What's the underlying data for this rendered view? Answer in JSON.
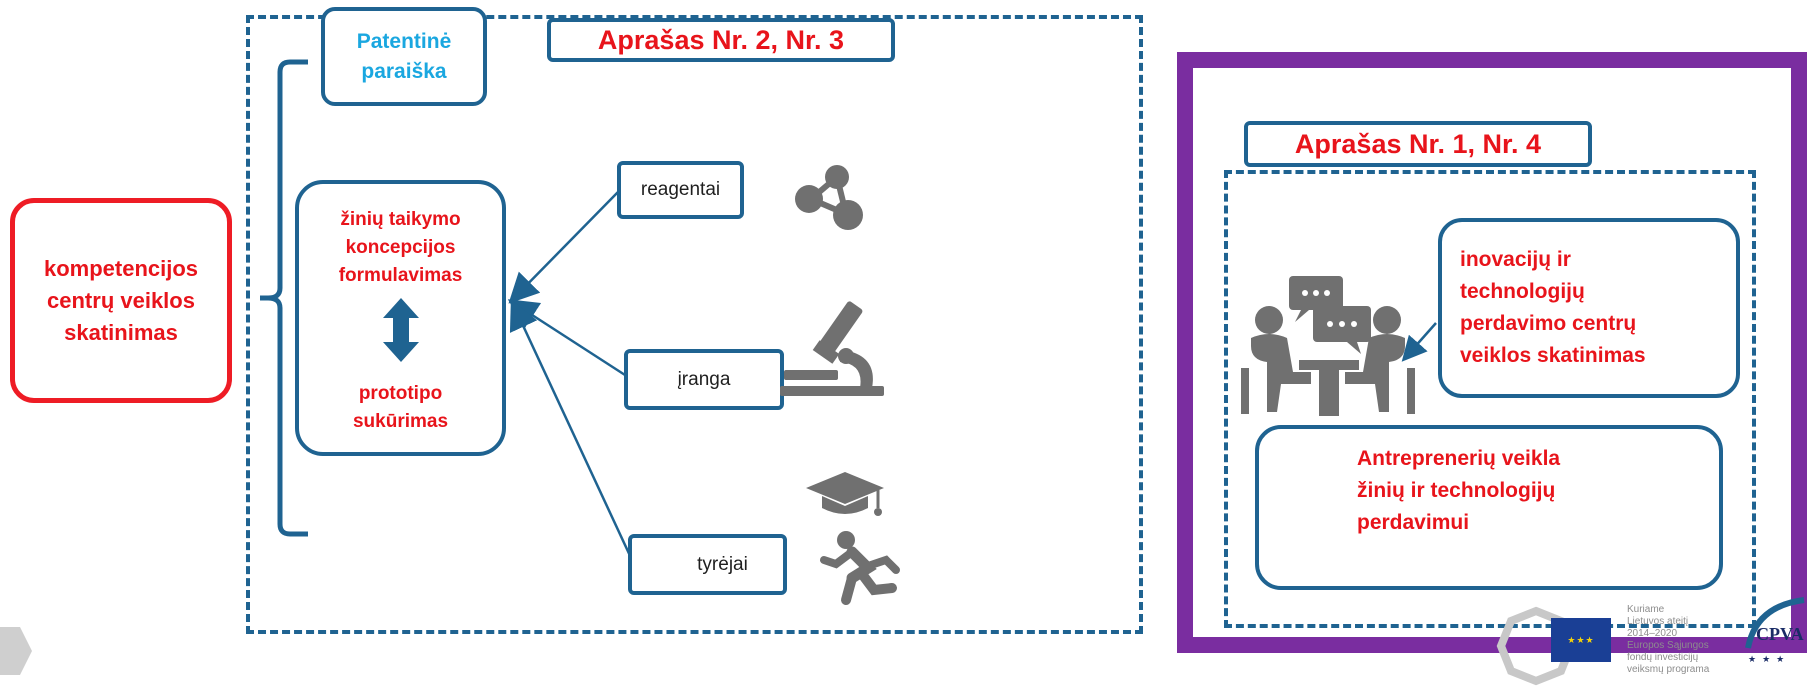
{
  "left_box": {
    "text": "kompetencijos centrų veiklos skatinimas"
  },
  "patent": {
    "text": "Patentinė paraiška"
  },
  "aprasas_left": {
    "title": "Aprašas Nr. 2, Nr. 3"
  },
  "knowledge_box": {
    "top": "žinių taikymo koncepcijos formulavimas",
    "bottom": "prototipo sukūrimas"
  },
  "resources": [
    {
      "label": "reagentai",
      "icon": "molecule-icon"
    },
    {
      "label": "įranga",
      "icon": "microscope-icon"
    },
    {
      "label": "tyrėjai",
      "icon": "researcher-icon"
    }
  ],
  "aprasas_right": {
    "title": "Aprašas Nr. 1, Nr. 4"
  },
  "innovation_box": {
    "text": "inovacijų ir technologijų perdavimo centrų veiklos skatinimas"
  },
  "entrepreneur_box": {
    "text": "Antreprenerių veikla žinių ir technologijų perdavimui"
  },
  "footer": {
    "line1": "Kuriame",
    "line2": "Lietuvos ateitį",
    "line3": "2014–2020",
    "line4": "Europos Sąjungos",
    "line5": "fondų investicijų",
    "line6": "veiksmų programa",
    "cpva": "CPVA"
  },
  "colors": {
    "navy": "#1f6391",
    "red": "#e8141b",
    "cyan": "#1aa7e0",
    "purple": "#7a2da0",
    "gray": "#707070"
  }
}
